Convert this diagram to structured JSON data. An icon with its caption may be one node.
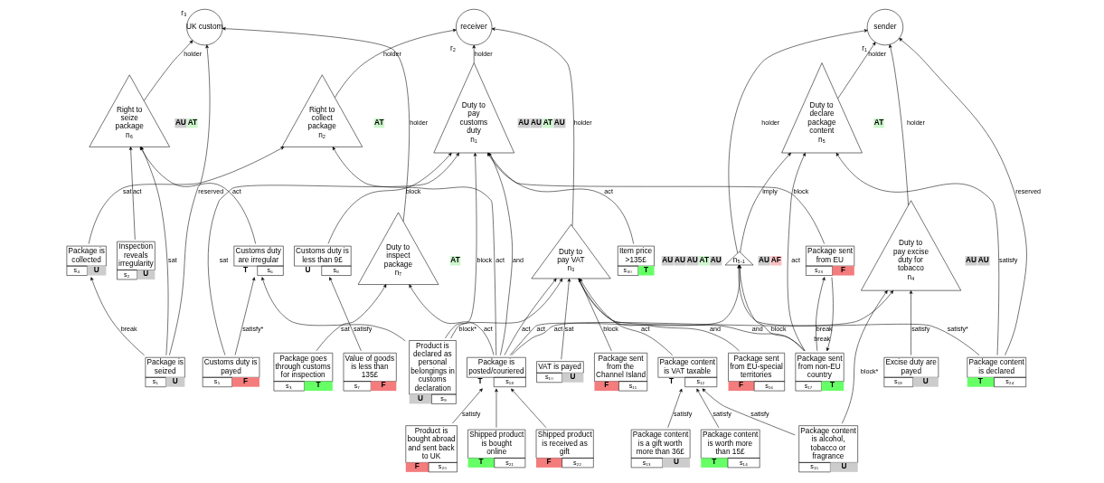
{
  "diagram": {
    "nodes": [
      {
        "text": [
          "UK custom"
        ],
        "beside": [
          "r₃"
        ]
      },
      {
        "text": [
          "receiver"
        ],
        "beside": [
          "r₂"
        ]
      },
      {
        "text": [
          "sender"
        ],
        "beside": [
          "r₁"
        ]
      },
      {
        "text": [
          "Right to seize package",
          "n₆"
        ],
        "beside": [
          "AU",
          "AT"
        ]
      },
      {
        "text": [
          "Duty to inspect package",
          "n₇"
        ],
        "beside": [
          "AT"
        ]
      },
      {
        "text": [
          "Right to collect package",
          "n₂"
        ],
        "beside": [
          "AT"
        ]
      },
      {
        "text": [
          "Duty to pay customs duty",
          "n₁"
        ],
        "beside": [
          "AU",
          "AU",
          "AT",
          "AU"
        ]
      },
      {
        "text": [
          "Duty to pay VAT",
          "n₃"
        ],
        "beside": [
          "AU",
          "AU",
          "AU",
          "AT",
          "AU"
        ]
      },
      {
        "text": [
          "Duty to pay excise duty for tobacco",
          "n₄"
        ],
        "beside": [
          "AU",
          "AU"
        ]
      },
      {
        "text": [
          "Duty to declare package content",
          "n₅"
        ],
        "beside": [
          "AT"
        ]
      },
      {
        "text": [
          "n₅.₁"
        ],
        "beside": [
          "AU",
          "AF"
        ]
      },
      {
        "text": [
          "Package is seized"
        ],
        "beside": [
          "s₁",
          "U"
        ]
      },
      {
        "text": [
          "Inspection reveals irregularity"
        ],
        "beside": [
          "s₂",
          "U"
        ]
      },
      {
        "text": [
          "Package goes through customs for inspection"
        ],
        "beside": [
          "s₃",
          "T"
        ]
      },
      {
        "text": [
          "Package is collected"
        ],
        "beside": [
          "s₄",
          "U"
        ]
      },
      {
        "text": [
          "Customs duty is payed"
        ],
        "beside": [
          "s₅",
          "F"
        ]
      },
      {
        "text": [
          "Customs duty are irregular"
        ],
        "beside": [
          "T",
          "s₆"
        ]
      },
      {
        "text": [
          "Value of goods is less than 135£"
        ],
        "beside": [
          "s₇",
          "F"
        ]
      },
      {
        "text": [
          "Customs duty is less than 9£"
        ],
        "beside": [
          "U",
          "s₈"
        ]
      },
      {
        "text": [
          "Product is declared as personal belongings in customs declaration"
        ],
        "beside": [
          "U",
          "s₉"
        ]
      },
      {
        "text": [
          "VAT is payed"
        ],
        "beside": [
          "s₁₀",
          "U"
        ]
      },
      {
        "text": [
          "Package sent from the Channel Island"
        ],
        "beside": [
          "F",
          "s₁₁"
        ]
      },
      {
        "text": [
          "Package content is VAT taxable"
        ],
        "beside": [
          "T",
          "s₁₂"
        ]
      },
      {
        "text": [
          "Package content is a gift worth more than 36£"
        ],
        "beside": [
          "s₁₃",
          "U"
        ]
      },
      {
        "text": [
          "Package content is worth more than 15£"
        ],
        "beside": [
          "T",
          "s₁₄"
        ]
      },
      {
        "text": [
          "Package content is alcohol, tobacco or fragrance"
        ],
        "beside": [
          "s₁₅",
          "U"
        ]
      },
      {
        "text": [
          "Package sent from EU-special territories"
        ],
        "beside": [
          "F",
          "s₁₆"
        ]
      },
      {
        "text": [
          "Package sent from non-EU country"
        ],
        "beside": [
          "s₁₇",
          "T"
        ]
      },
      {
        "text": [
          "Package is posted/couriered"
        ],
        "beside": [
          "T",
          "s₁₈"
        ]
      },
      {
        "text": [
          "Excise duty are payed"
        ],
        "beside": [
          "s₁₉",
          "U"
        ]
      },
      {
        "text": [
          "Product is bought abroad and sent back to UK"
        ],
        "beside": [
          "F",
          "s₂₀"
        ]
      },
      {
        "text": [
          "Shipped product is bought online"
        ],
        "beside": [
          "T",
          "s₂₁"
        ]
      },
      {
        "text": [
          "Shipped product is received as gift"
        ],
        "beside": [
          "F",
          "s₂₂"
        ]
      },
      {
        "text": [
          "Package sent from EU"
        ],
        "beside": [
          "s₂₃",
          "F"
        ]
      },
      {
        "text": [
          "Package content is declared"
        ],
        "beside": [
          "T",
          "s₂₄"
        ]
      },
      {
        "text": [
          "Item price >135£"
        ],
        "beside": [
          "s₃₀",
          "T"
        ]
      }
    ],
    "edges": [
      {
        "from": 3,
        "to": 0,
        "arrow": "to",
        "label": "holder"
      },
      {
        "from": 4,
        "to": 0,
        "arrow": "to",
        "label": "holder"
      },
      {
        "from": 11,
        "to": 0,
        "arrow": "to",
        "label": "reserved"
      },
      {
        "from": 5,
        "to": 1,
        "arrow": "to",
        "label": "holder"
      },
      {
        "from": 6,
        "to": 1,
        "arrow": "to",
        "label": "holder"
      },
      {
        "from": 7,
        "to": 1,
        "arrow": "to",
        "label": "holder"
      },
      {
        "from": 8,
        "to": 2,
        "arrow": "to",
        "label": "holder"
      },
      {
        "from": 9,
        "to": 2,
        "arrow": "to",
        "label": "holder"
      },
      {
        "from": 10,
        "to": 2,
        "arrow": "to",
        "label": "holder"
      },
      {
        "from": 34,
        "to": 2,
        "arrow": "to",
        "label": "reserved"
      },
      {
        "from": 11,
        "to": 3,
        "arrow": "to",
        "label": "sat"
      },
      {
        "from": 12,
        "to": 3,
        "arrow": "to",
        "label": "act"
      },
      {
        "from": 16,
        "to": 3,
        "arrow": "to",
        "label": "act"
      },
      {
        "from": 13,
        "to": 4,
        "arrow": "to",
        "label": "sat"
      },
      {
        "from": 28,
        "to": 4,
        "arrow": "to",
        "label": "act"
      },
      {
        "from": 14,
        "to": 5,
        "arrow": "to",
        "label": "sat"
      },
      {
        "from": 28,
        "to": 5,
        "arrow": "to",
        "label": "act"
      },
      {
        "from": 11,
        "to": 14,
        "arrow": "to",
        "label": "break"
      },
      {
        "from": 15,
        "to": 6,
        "arrow": "to",
        "label": "sat"
      },
      {
        "from": 18,
        "to": 6,
        "arrow": "to",
        "label": "block"
      },
      {
        "from": 19,
        "to": 6,
        "arrow": "to",
        "label": "block"
      },
      {
        "from": 35,
        "to": 6,
        "arrow": "to",
        "label": "act"
      },
      {
        "from": 28,
        "to": 6,
        "arrow": "none",
        "label": "and"
      },
      {
        "from": 33,
        "to": 6,
        "arrow": "to",
        "label": "block"
      },
      {
        "from": 20,
        "to": 7,
        "arrow": "to",
        "label": "sat"
      },
      {
        "from": 19,
        "to": 7,
        "arrow": "to",
        "label": "block*"
      },
      {
        "from": 21,
        "to": 7,
        "arrow": "to",
        "label": "block"
      },
      {
        "from": 22,
        "to": 7,
        "arrow": "to",
        "label": "act"
      },
      {
        "from": 26,
        "to": 7,
        "arrow": "none",
        "label": "and"
      },
      {
        "from": 28,
        "to": 7,
        "arrow": "to",
        "label": "act"
      },
      {
        "from": 27,
        "to": 7,
        "arrow": "none",
        "label": "and"
      },
      {
        "from": 25,
        "to": 8,
        "arrow": "to",
        "label": "block*"
      },
      {
        "from": 28,
        "to": 8,
        "arrow": "to",
        "label": "act"
      },
      {
        "from": 29,
        "to": 8,
        "arrow": "to",
        "label": "satisfy"
      },
      {
        "from": 27,
        "to": 9,
        "arrow": "to",
        "label": "act"
      },
      {
        "from": 34,
        "to": 9,
        "arrow": "to",
        "label": "satisfy"
      },
      {
        "from": 10,
        "to": 9,
        "arrow": "to",
        "label": "imply"
      },
      {
        "from": 28,
        "to": 10,
        "arrow": "to",
        "label": "act"
      },
      {
        "from": 27,
        "to": 10,
        "arrow": "to",
        "label": "block"
      },
      {
        "from": 34,
        "to": 10,
        "arrow": "to",
        "label": "satisfy*"
      },
      {
        "from": 17,
        "to": 18,
        "arrow": "to",
        "label": "satisfy"
      },
      {
        "from": 15,
        "to": 16,
        "arrow": "to",
        "label": "satisfy*"
      },
      {
        "from": 19,
        "to": 16,
        "arrow": "to"
      },
      {
        "from": 23,
        "to": 22,
        "arrow": "to",
        "label": "satisfy"
      },
      {
        "from": 24,
        "to": 22,
        "arrow": "to",
        "label": "satisfy"
      },
      {
        "from": 25,
        "to": 22,
        "arrow": "to",
        "label": "satisfy"
      },
      {
        "from": 30,
        "to": 28,
        "arrow": "to",
        "label": "satisfy"
      },
      {
        "from": 31,
        "to": 28,
        "arrow": "to"
      },
      {
        "from": 32,
        "to": 28,
        "arrow": "to"
      },
      {
        "from": 27,
        "to": 33,
        "arrow": "to",
        "label": "break"
      },
      {
        "from": 33,
        "to": 27,
        "arrow": "to",
        "label": "break"
      }
    ]
  }
}
